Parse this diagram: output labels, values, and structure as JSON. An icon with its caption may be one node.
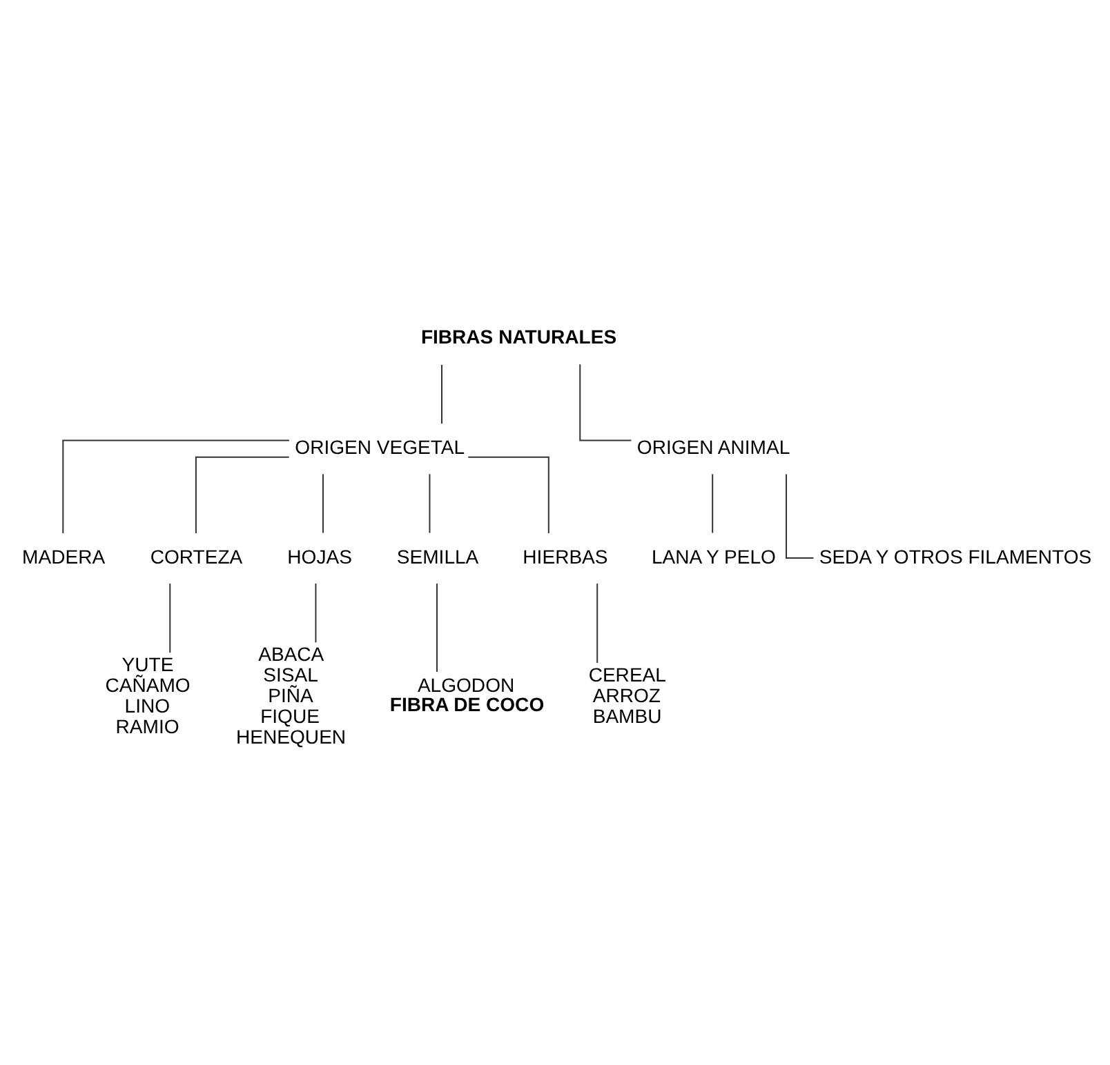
{
  "diagram": {
    "nodes": [
      {
        "text": [
          "FIBRAS NATURALES"
        ]
      },
      {
        "text": [
          "ORIGEN VEGETAL"
        ]
      },
      {
        "text": [
          "ORIGEN ANIMAL"
        ]
      },
      {
        "text": [
          "LANA Y PELO"
        ]
      },
      {
        "text": [
          "SEDA Y OTROS FILAMENTOS"
        ]
      },
      {
        "text": [
          "MADERA"
        ]
      },
      {
        "text": [
          "CORTEZA"
        ]
      },
      {
        "text": [
          "HOJAS"
        ]
      },
      {
        "text": [
          "SEMILLA"
        ]
      },
      {
        "text": [
          "HIERBAS"
        ]
      },
      {
        "text": [
          "YUTE",
          "CAÑAMO",
          "LINO",
          "RAMIO"
        ]
      },
      {
        "text": [
          "ABACA",
          "SISAL",
          "PIÑA",
          "FIQUE",
          "HENEQUEN"
        ]
      },
      {
        "text": [
          "ALGODON",
          "**FIBRA DE COCO**"
        ]
      },
      {
        "text": [
          "CEREAL",
          "ARROZ",
          "BAMBU"
        ]
      }
    ],
    "edges": [
      {
        "from": 0,
        "to": 1,
        "arrow": "none"
      },
      {
        "from": 0,
        "to": 2,
        "arrow": "none"
      },
      {
        "from": 2,
        "to": 3,
        "arrow": "none"
      },
      {
        "from": 2,
        "to": 4,
        "arrow": "none"
      },
      {
        "from": 1,
        "to": 5,
        "arrow": "none"
      },
      {
        "from": 1,
        "to": 6,
        "arrow": "none"
      },
      {
        "from": 1,
        "to": 7,
        "arrow": "none"
      },
      {
        "from": 1,
        "to": 8,
        "arrow": "none"
      },
      {
        "from": 1,
        "to": 9,
        "arrow": "none"
      },
      {
        "from": 6,
        "to": 10,
        "arrow": "none"
      },
      {
        "from": 7,
        "to": 11,
        "arrow": "none"
      },
      {
        "from": 8,
        "to": 12,
        "arrow": "none"
      },
      {
        "from": 9,
        "to": 13,
        "arrow": "none"
      }
    ]
  }
}
